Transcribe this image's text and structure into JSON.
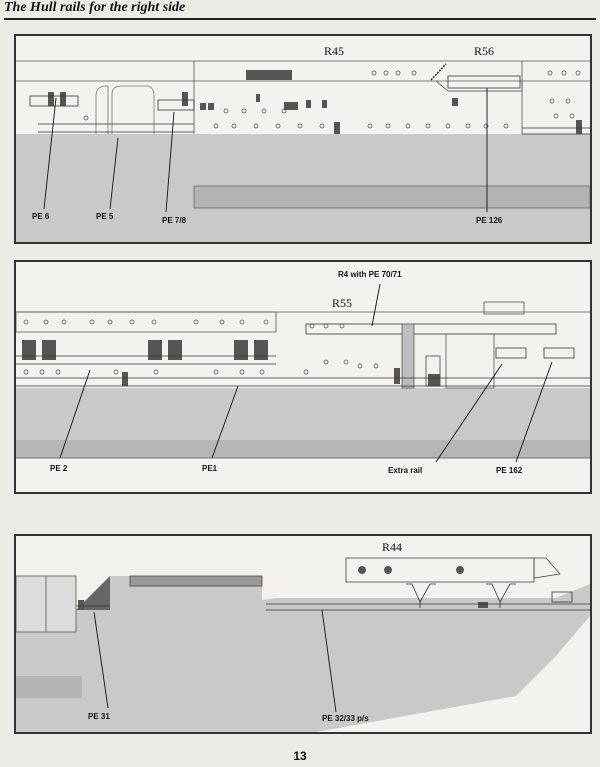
{
  "header": {
    "title": "The Hull rails for the right  side"
  },
  "panel1": {
    "refs": {
      "r45": "R45",
      "r56": "R56"
    },
    "labels": {
      "pe6": "PE 6",
      "pe5": "PE 5",
      "pe78": "PE 7/8",
      "pe126": "PE 126"
    }
  },
  "panel2": {
    "refs": {
      "r55": "R55"
    },
    "labels": {
      "r4": "R4 with PE 70/71",
      "pe2": "PE 2",
      "pe1": "PE1",
      "extra": "Extra  rail",
      "pe162": "PE 162"
    }
  },
  "panel3": {
    "refs": {
      "r44": "R44"
    },
    "labels": {
      "pe31": "PE 31",
      "pe3233": "PE 32/33  p/s"
    }
  },
  "footer": {
    "page_number": "13"
  },
  "colors": {
    "hull": "#c8c8c8",
    "hull_dark": "#a9a9a9",
    "line": "#333333",
    "paper": "#f3f2ee"
  }
}
